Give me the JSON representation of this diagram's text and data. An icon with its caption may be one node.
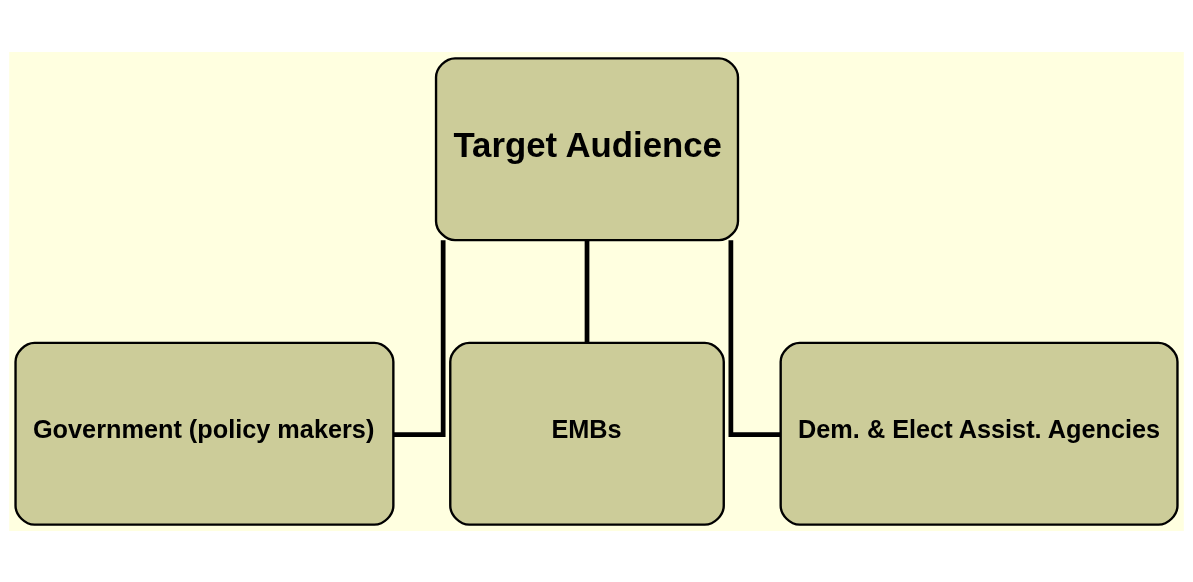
{
  "diagram": {
    "nodes": [
      {
        "text": [
          "Target Audience"
        ]
      },
      {
        "text": [
          "Government (policy makers)"
        ]
      },
      {
        "text": [
          "EMBs"
        ]
      },
      {
        "text": [
          "Dem. & Elect Assist. Agencies"
        ]
      }
    ],
    "edges": [
      {
        "from": 0,
        "to": 1,
        "arrow": "none"
      },
      {
        "from": 0,
        "to": 2,
        "arrow": "none"
      },
      {
        "from": 0,
        "to": 3,
        "arrow": "none"
      }
    ]
  }
}
